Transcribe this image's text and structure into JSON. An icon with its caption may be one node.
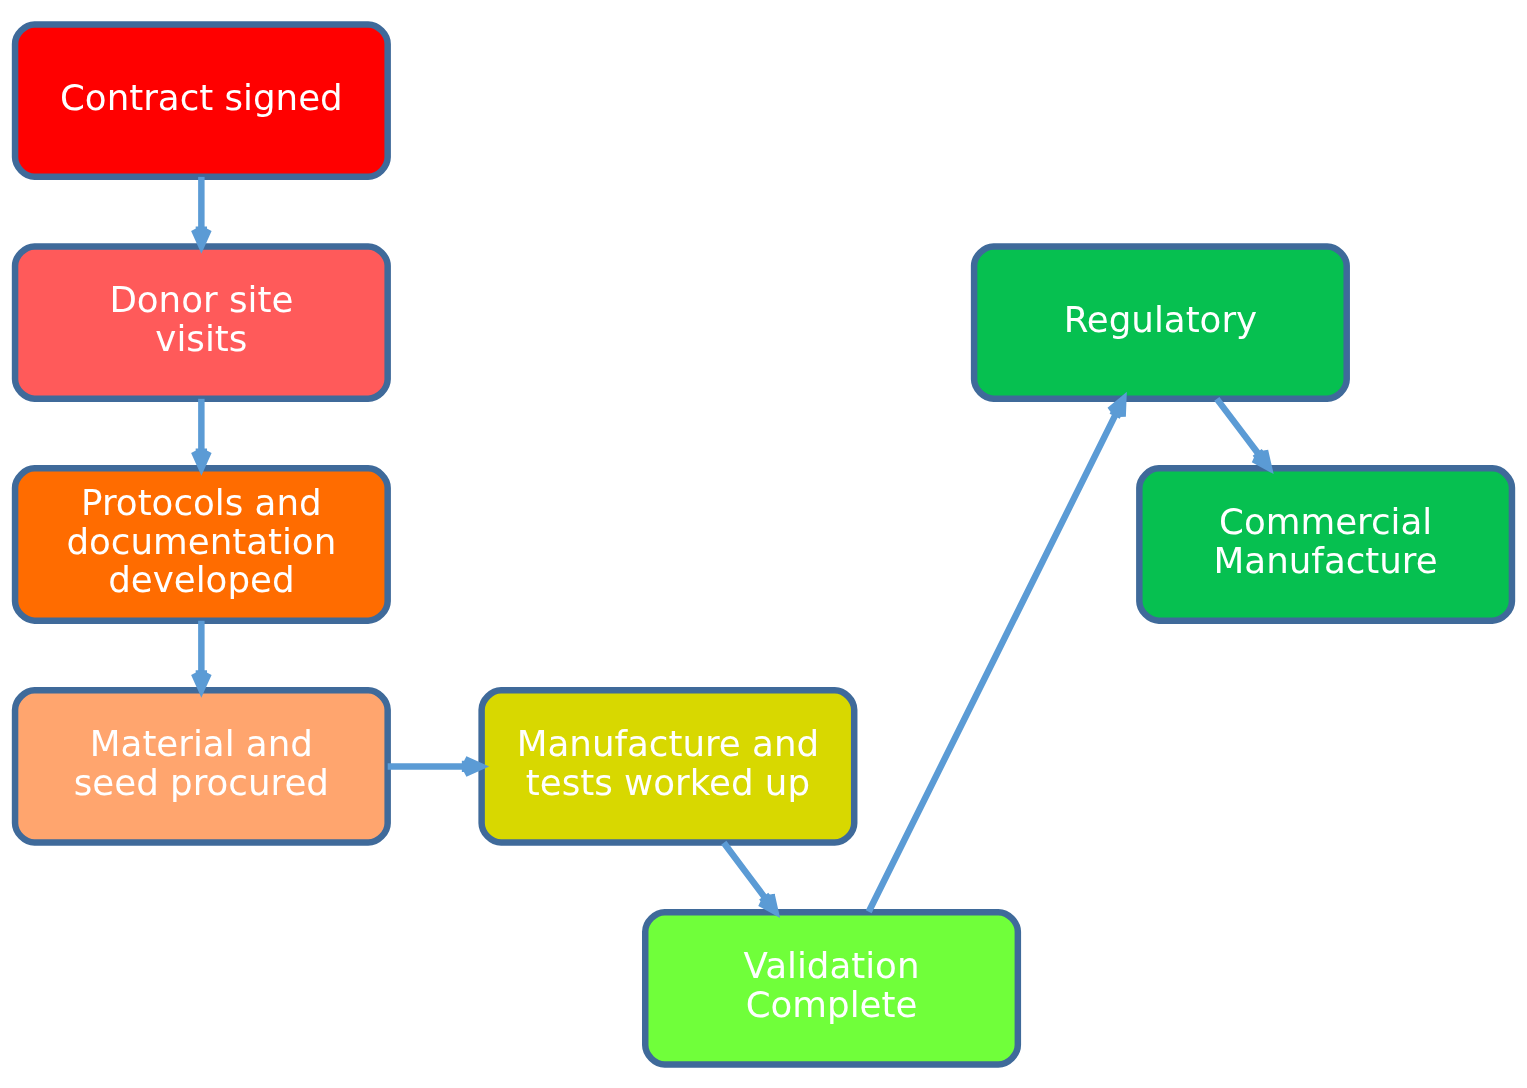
{
  "diagram": {
    "nodes": [
      {
        "text": [
          "Contract signed"
        ]
      },
      {
        "text": [
          "Donor site visits"
        ]
      },
      {
        "text": [
          "Protocols and documentation developed"
        ]
      },
      {
        "text": [
          "Material and seed procured"
        ]
      },
      {
        "text": [
          "Manufacture and tests worked up"
        ]
      },
      {
        "text": [
          "Validation Complete"
        ]
      },
      {
        "text": [
          "Regulatory"
        ]
      },
      {
        "text": [
          "Commercial Manufacture"
        ]
      }
    ],
    "edges": [
      {
        "from": 0,
        "to": 1,
        "arrow": "to"
      },
      {
        "from": 1,
        "to": 2,
        "arrow": "to"
      },
      {
        "from": 2,
        "to": 3,
        "arrow": "to"
      },
      {
        "from": 3,
        "to": 4,
        "arrow": "to"
      },
      {
        "from": 4,
        "to": 5,
        "arrow": "to"
      },
      {
        "from": 5,
        "to": 6,
        "arrow": "to"
      },
      {
        "from": 6,
        "to": 7,
        "arrow": "to"
      }
    ]
  }
}
